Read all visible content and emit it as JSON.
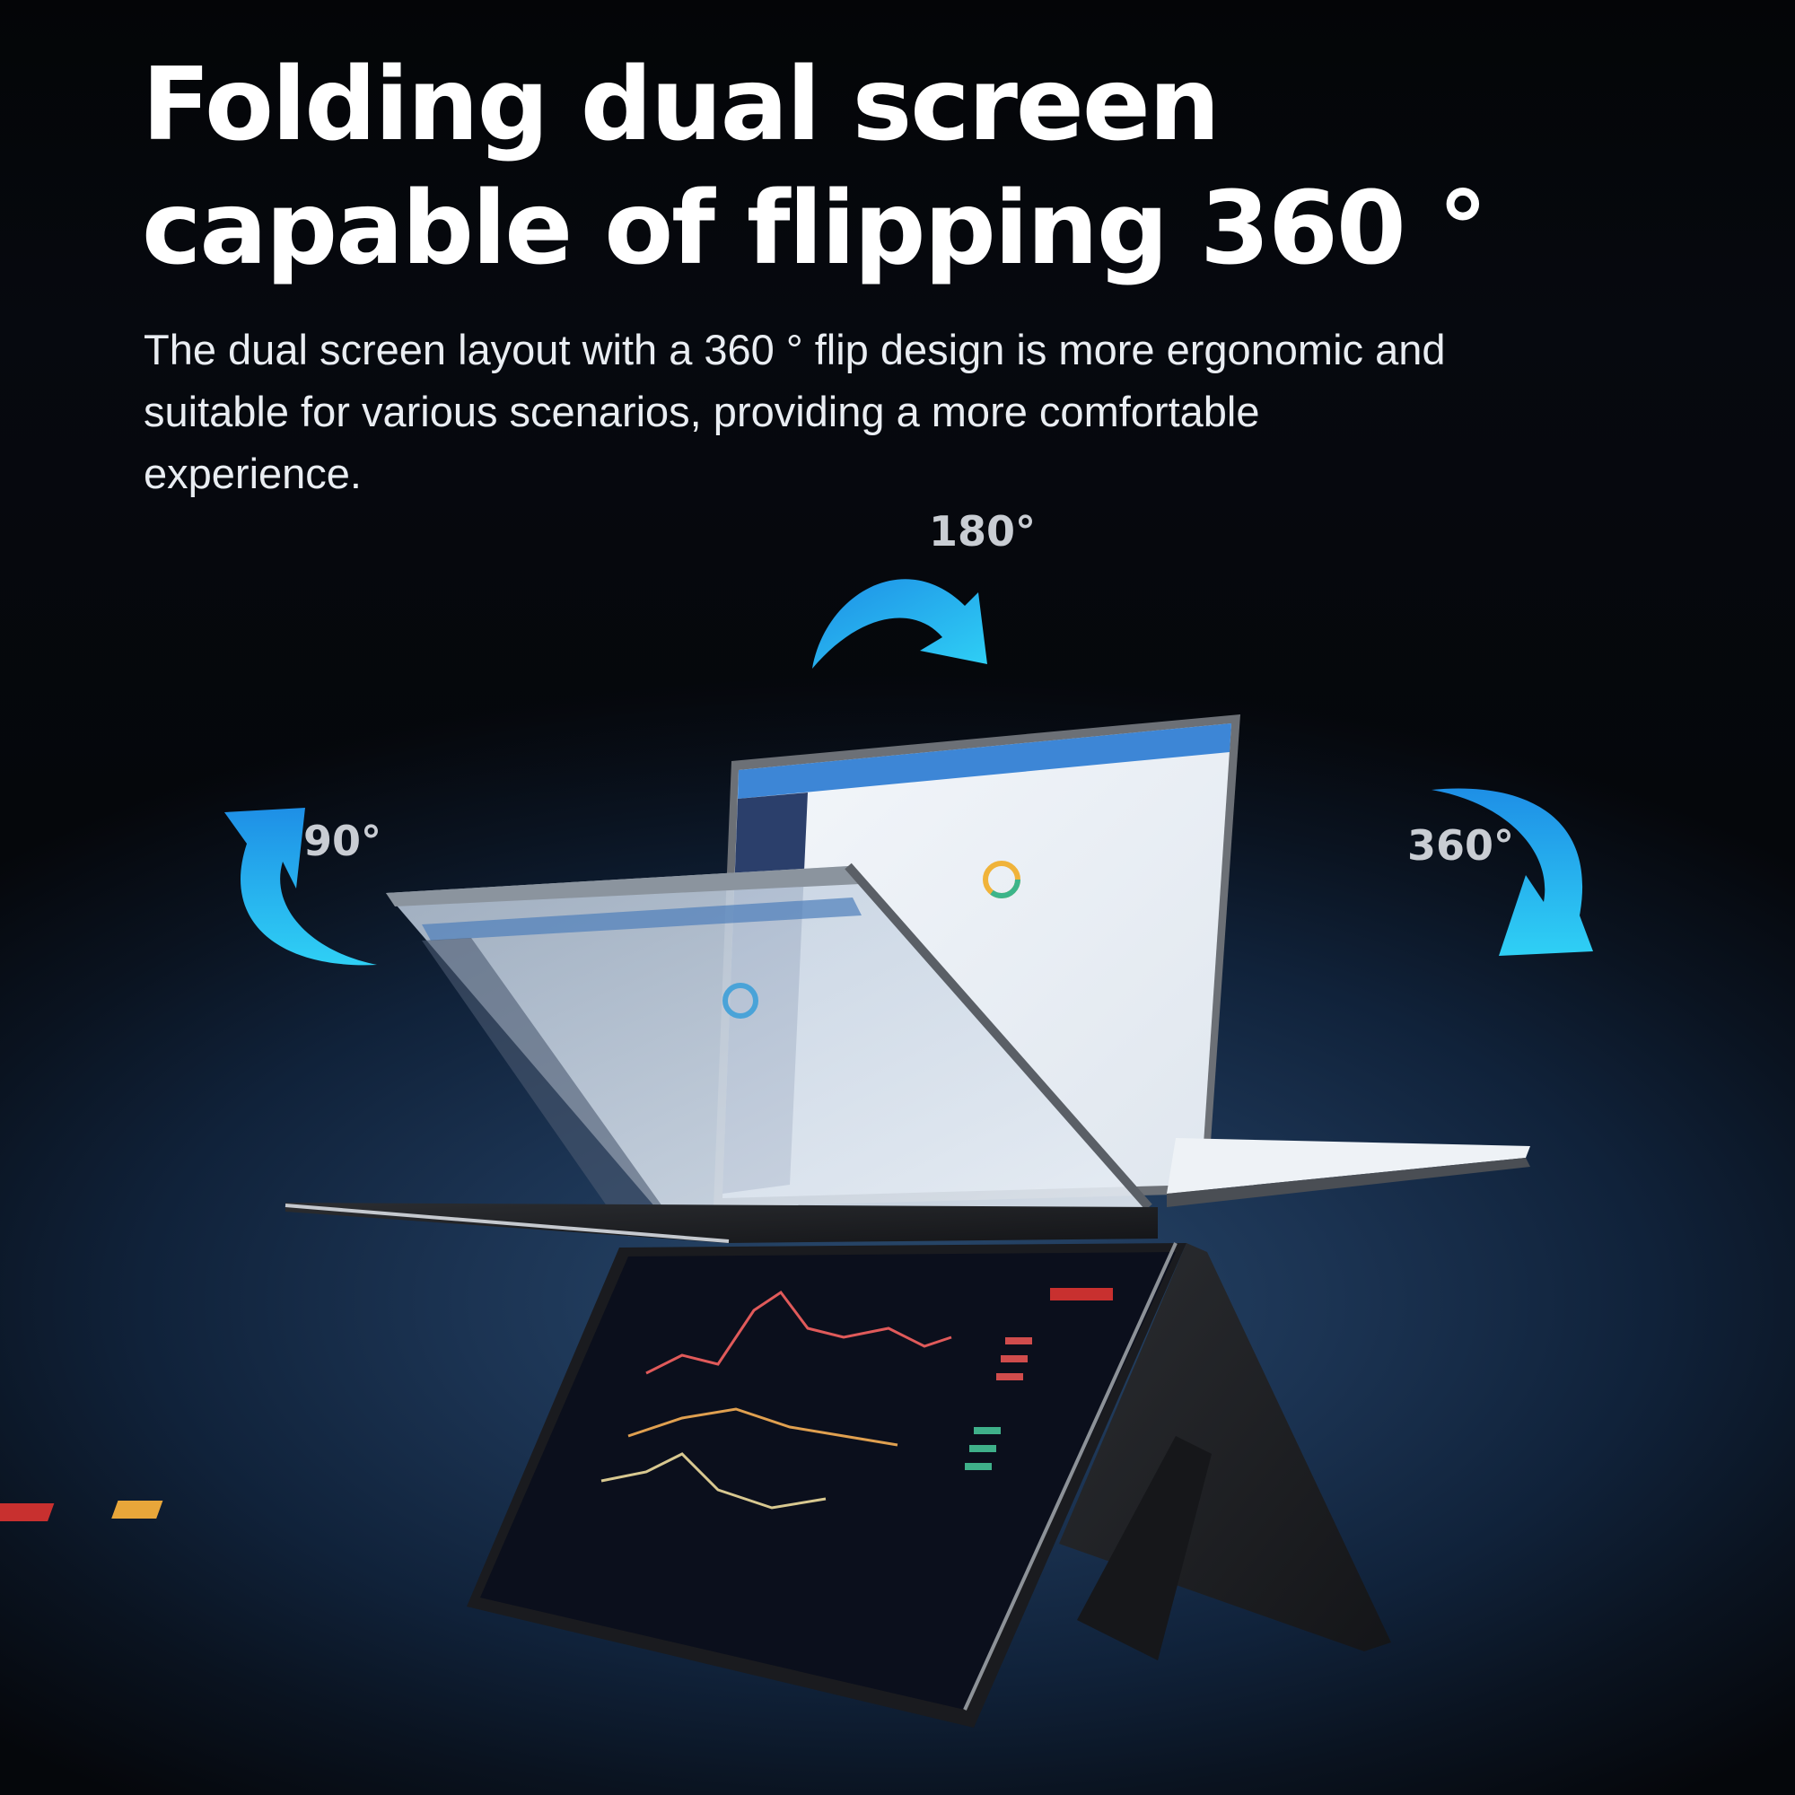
{
  "headline": {
    "line1": "Folding dual screen",
    "line2": "capable of flipping 360 °"
  },
  "description": "The dual screen layout with a 360 ° flip design is more ergonomic and suitable for various scenarios, providing a more comfortable experience.",
  "angles": [
    {
      "label": "90°",
      "arrow": "curved-arrow-up-icon"
    },
    {
      "label": "180°",
      "arrow": "curved-arrow-right-icon"
    },
    {
      "label": "360°",
      "arrow": "curved-arrow-down-icon"
    }
  ],
  "colors": {
    "arrow_gradient_start": "#1e8fe6",
    "arrow_gradient_end": "#2fd0f5",
    "headline": "#ffffff",
    "angle_label": "#c9cdd3",
    "background_dark": "#05070b",
    "background_blue": "#1b3352"
  }
}
